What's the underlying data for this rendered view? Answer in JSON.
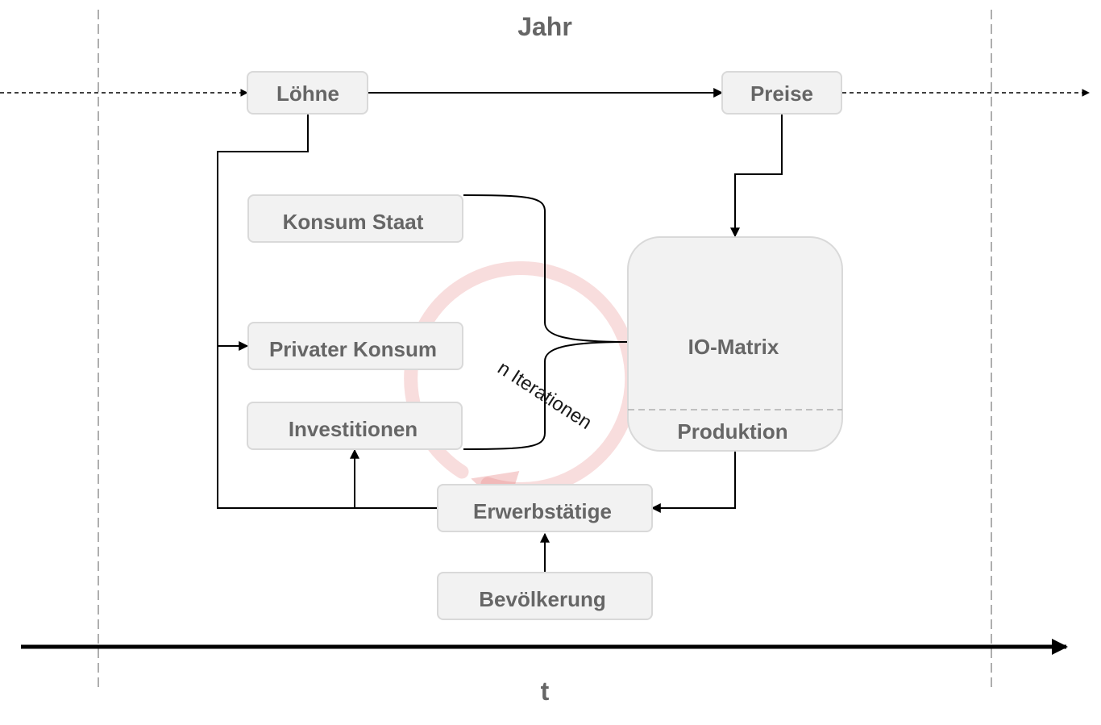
{
  "diagram": {
    "title": "Jahr",
    "axis_label": "t",
    "loop_label": "n Iterationen",
    "loop_color": "#e06666",
    "nodes": {
      "loehne": "Löhne",
      "preise": "Preise",
      "konsum_staat": "Konsum Staat",
      "privater_konsum": "Privater Konsum",
      "investitionen": "Investitionen",
      "io_matrix": "IO-Matrix",
      "produktion": "Produktion",
      "erwerbstaetige": "Erwerbstätige",
      "bevoelkerung": "Bevölkerung"
    }
  }
}
